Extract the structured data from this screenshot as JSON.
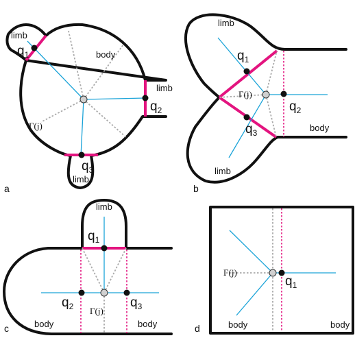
{
  "panels": {
    "a": {
      "letter": "a",
      "body": "body",
      "limbs": [
        "limb",
        "limb",
        "limb"
      ],
      "gamma": "Γ(j)",
      "q": [
        {
          "base": "q",
          "sub": "1"
        },
        {
          "base": "q",
          "sub": "2"
        },
        {
          "base": "q",
          "sub": "3"
        }
      ]
    },
    "b": {
      "letter": "b",
      "body": "body",
      "limbs": [
        "limb",
        "limb"
      ],
      "gamma": "Γ(j)",
      "q": [
        {
          "base": "q",
          "sub": "1"
        },
        {
          "base": "q",
          "sub": "2"
        },
        {
          "base": "q",
          "sub": "3"
        }
      ]
    },
    "c": {
      "letter": "c",
      "bodies": [
        "body",
        "body"
      ],
      "limbs": [
        "limb"
      ],
      "gamma": "Γ(j)",
      "q": [
        {
          "base": "q",
          "sub": "1"
        },
        {
          "base": "q",
          "sub": "2"
        },
        {
          "base": "q",
          "sub": "3"
        }
      ]
    },
    "d": {
      "letter": "d",
      "bodies": [
        "body",
        "body"
      ],
      "gamma": "Γ(j)",
      "q": [
        {
          "base": "q",
          "sub": "1"
        }
      ]
    }
  },
  "colors": {
    "outline": "#111111",
    "cut": "#e3147f",
    "ray": "#1aa3d8",
    "guide": "#aaaaaa"
  }
}
